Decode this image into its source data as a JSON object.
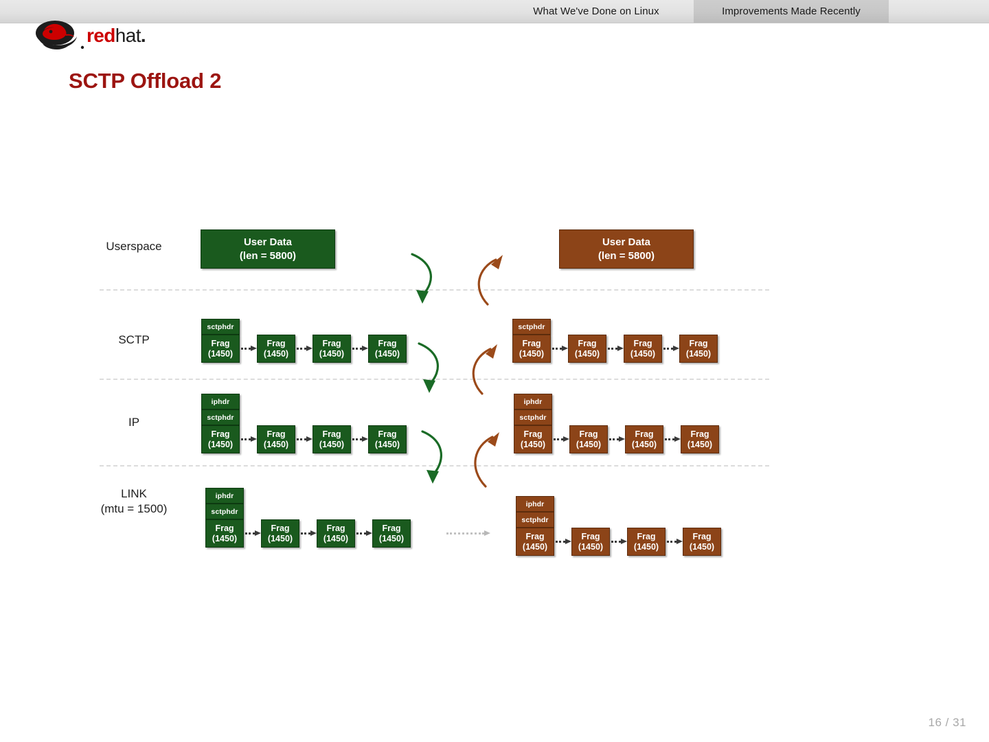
{
  "header": {
    "tabs": [
      {
        "label": "What We've Done on Linux",
        "active": false
      },
      {
        "label": "Improvements Made Recently",
        "active": true
      }
    ]
  },
  "logo": {
    "name": "redhat-logo",
    "word_red": "red",
    "word_black": "hat",
    "word_dot": ".",
    "icon": "shadowman-fedora-icon",
    "color_red": "#cc0000",
    "color_black": "#1d1d1d"
  },
  "slide": {
    "title": "SCTP Offload 2",
    "title_color": "#9c1511",
    "page_number": "16 / 31"
  },
  "colors": {
    "green": "#1a5a1e",
    "brown": "#8c4418",
    "green_arrow": "#1a6b26",
    "brown_arrow": "#9b4a1a",
    "gray_arrow": "#c2c2c2",
    "separator": "#dcdcdc"
  },
  "diagram": {
    "rows": [
      {
        "id": "userspace",
        "label": "Userspace",
        "label_sub": "",
        "left": {
          "style": "green",
          "big_box": {
            "line1": "User Data",
            "line2": "(len = 5800)"
          },
          "headers": [],
          "frags": []
        },
        "right": {
          "style": "brown",
          "big_box": {
            "line1": "User Data",
            "line2": "(len = 5800)"
          },
          "headers": [],
          "frags": []
        }
      },
      {
        "id": "sctp",
        "label": "SCTP",
        "label_sub": "",
        "left": {
          "style": "green",
          "headers": [
            "sctphdr"
          ],
          "frags": [
            {
              "line1": "Frag",
              "line2": "(1450)"
            },
            {
              "line1": "Frag",
              "line2": "(1450)"
            },
            {
              "line1": "Frag",
              "line2": "(1450)"
            },
            {
              "line1": "Frag",
              "line2": "(1450)"
            }
          ]
        },
        "right": {
          "style": "brown",
          "headers": [
            "sctphdr"
          ],
          "frags": [
            {
              "line1": "Frag",
              "line2": "(1450)"
            },
            {
              "line1": "Frag",
              "line2": "(1450)"
            },
            {
              "line1": "Frag",
              "line2": "(1450)"
            },
            {
              "line1": "Frag",
              "line2": "(1450)"
            }
          ]
        }
      },
      {
        "id": "ip",
        "label": "IP",
        "label_sub": "",
        "left": {
          "style": "green",
          "headers": [
            "iphdr",
            "sctphdr"
          ],
          "frags": [
            {
              "line1": "Frag",
              "line2": "(1450)"
            },
            {
              "line1": "Frag",
              "line2": "(1450)"
            },
            {
              "line1": "Frag",
              "line2": "(1450)"
            },
            {
              "line1": "Frag",
              "line2": "(1450)"
            }
          ]
        },
        "right": {
          "style": "brown",
          "headers": [
            "iphdr",
            "sctphdr"
          ],
          "frags": [
            {
              "line1": "Frag",
              "line2": "(1450)"
            },
            {
              "line1": "Frag",
              "line2": "(1450)"
            },
            {
              "line1": "Frag",
              "line2": "(1450)"
            },
            {
              "line1": "Frag",
              "line2": "(1450)"
            }
          ]
        }
      },
      {
        "id": "link",
        "label": "LINK",
        "label_sub": "(mtu = 1500)",
        "left": {
          "style": "green",
          "headers": [
            "iphdr",
            "sctphdr"
          ],
          "frags": [
            {
              "line1": "Frag",
              "line2": "(1450)"
            },
            {
              "line1": "Frag",
              "line2": "(1450)"
            },
            {
              "line1": "Frag",
              "line2": "(1450)"
            },
            {
              "line1": "Frag",
              "line2": "(1450)"
            }
          ]
        },
        "right": {
          "style": "brown",
          "headers": [
            "iphdr",
            "sctphdr"
          ],
          "frags": [
            {
              "line1": "Frag",
              "line2": "(1450)"
            },
            {
              "line1": "Frag",
              "line2": "(1450)"
            },
            {
              "line1": "Frag",
              "line2": "(1450)"
            },
            {
              "line1": "Frag",
              "line2": "(1450)"
            }
          ]
        }
      }
    ]
  }
}
